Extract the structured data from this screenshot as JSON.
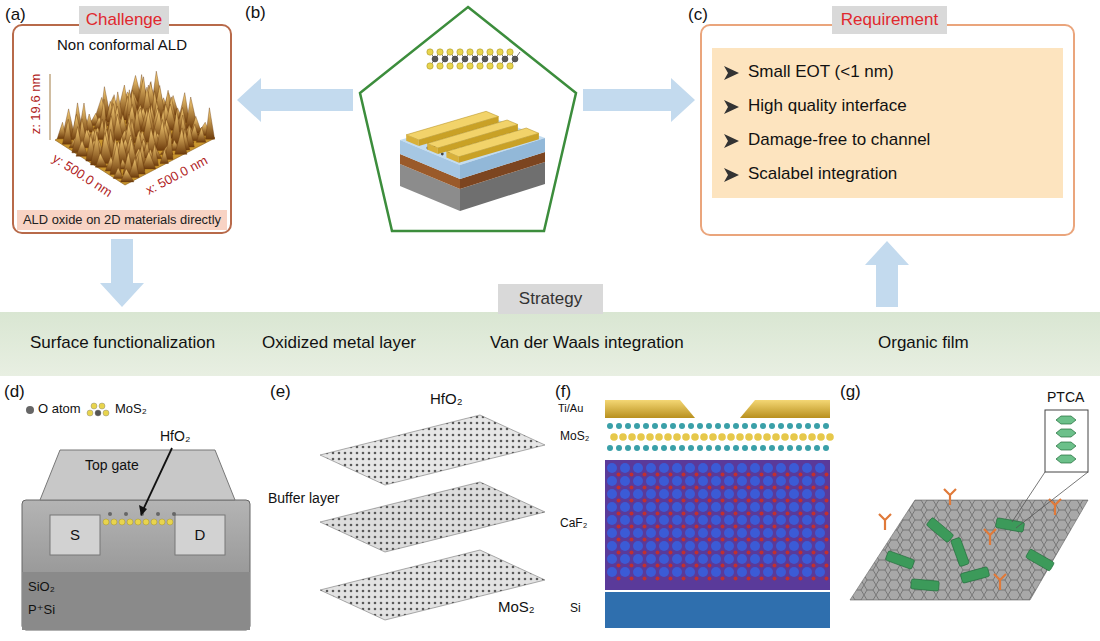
{
  "diagram": {
    "nodes": [
      {
        "text": [
          "(a)",
          "Non conformal ALD"
        ]
      },
      {
        "text": [
          "Challenge"
        ],
        "in": 0
      },
      {
        "text": [
          "ALD oxide on 2D materials directly"
        ],
        "in": 0
      },
      {
        "text": [
          "(b)"
        ]
      },
      {
        "text": [
          "(c)"
        ]
      },
      {
        "text": [
          "Requirement"
        ],
        "in": 4
      },
      {
        "text": [
          "Small EOT (<1 nm)",
          "High quality interface",
          "Damage-free to channel",
          "Scalabel integration"
        ],
        "in": 4
      },
      {
        "text": [
          "Surface functionalization",
          "Oxidized metal layer",
          "Van der Waals integration",
          "Organic film"
        ]
      },
      {
        "text": [
          "Strategy"
        ],
        "in": 7
      }
    ],
    "edges": [
      {
        "from": 3,
        "to": 0,
        "arrow": "to"
      },
      {
        "from": 3,
        "to": 4,
        "arrow": "to"
      },
      {
        "from": 0,
        "to": 7,
        "arrow": "to"
      },
      {
        "from": 7,
        "to": 4,
        "arrow": "to"
      }
    ],
    "labels": [
      "z: 19.6 nm",
      "y: 500.0 nm",
      "x: 500.0 nm",
      "(d)",
      "O atom",
      "MoS₂",
      "Top gate",
      "HfO₂",
      "S",
      "D",
      "SiO₂",
      "P⁺Si",
      "(e)",
      "HfO₂",
      "Buffer layer",
      "MoS₂",
      "(f)",
      "Ti/Au",
      "MoS₂",
      "CaF₂",
      "Si",
      "(g)",
      "PTCA"
    ]
  }
}
